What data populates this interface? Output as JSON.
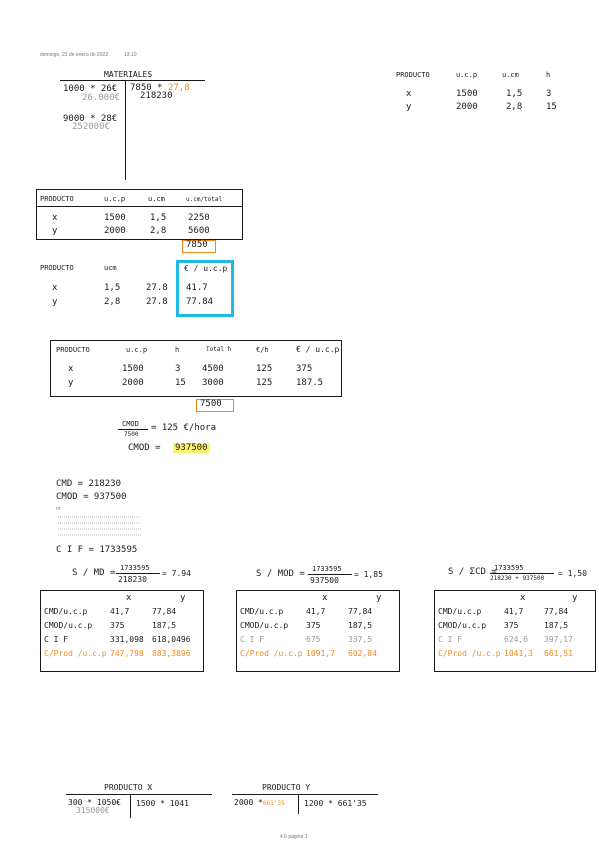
{
  "header_date": "domingo, 23 de enero de 2022",
  "header_time": "13:10",
  "materiales": {
    "title": "MATERIALES",
    "l1": "1000 * 26€",
    "l1b": "26.000€",
    "r1": "7850 *",
    "r1o": "27,8",
    "r1b": "218230",
    "l2": "9000 * 28€",
    "l2b": "252000€"
  },
  "top_right_table": {
    "headers": [
      "PRODUCTO",
      "u.c.p",
      "u.cm",
      "h"
    ],
    "rows": [
      [
        "x",
        "1500",
        "1,5",
        "3"
      ],
      [
        "y",
        "2000",
        "2,8",
        "15"
      ]
    ]
  },
  "table1": {
    "headers": [
      "PRODUCTO",
      "u.c.p",
      "u.cm",
      "u.cm/total"
    ],
    "rows": [
      [
        "x",
        "1500",
        "1,5",
        "2250"
      ],
      [
        "y",
        "2000",
        "2,8",
        "5600"
      ]
    ],
    "total": "7850"
  },
  "table2": {
    "headers": [
      "PRODUCTO",
      "ucm",
      "",
      "€ / u.c.p"
    ],
    "rows": [
      [
        "x",
        "1,5",
        "27.8",
        "41.7"
      ],
      [
        "y",
        "2,8",
        "27.8",
        "77.84"
      ]
    ]
  },
  "table3": {
    "headers": [
      "PRODUCTO",
      "u.c.p",
      "h",
      "Total h",
      "€/h",
      "€ / u.c.p"
    ],
    "rows": [
      [
        "x",
        "1500",
        "3",
        "4500",
        "125",
        "375"
      ],
      [
        "y",
        "2000",
        "15",
        "3000",
        "125",
        "187.5"
      ]
    ],
    "total": "7500"
  },
  "cmod_eq": {
    "num": "CMOD",
    "den": "7500",
    "rhs": "= 125 €/hora",
    "result_label": "CMOD =",
    "result_value": "937500"
  },
  "summary": {
    "cmd": "CMD  =    218230",
    "cmod": "CMOD =    937500",
    "or": "or",
    "cif": "C I F =  1733595"
  },
  "alloc": [
    {
      "label": "S / MD =",
      "num": "1733595",
      "den": "218230",
      "result": "= 7.94",
      "head": [
        "x",
        "y"
      ],
      "rows": [
        {
          "l": "CMD/u.c.p",
          "x": "41,7",
          "y": "77,84",
          "cls": ""
        },
        {
          "l": "CMOD/u.c.p",
          "x": "375",
          "y": "187,5",
          "cls": ""
        },
        {
          "l": "C I F",
          "x": "331,098",
          "y": "618,0496",
          "cls": ""
        },
        {
          "l": "C/Prod /u.c.p",
          "x": "747,798",
          "y": "883,3896",
          "cls": "orange"
        }
      ]
    },
    {
      "label": "S / MOD =",
      "num": "1733595",
      "den": "937500",
      "result": "= 1,85",
      "head": [
        "x",
        "y"
      ],
      "rows": [
        {
          "l": "CMD/u.c.p",
          "x": "41,7",
          "y": "77,84",
          "cls": ""
        },
        {
          "l": "CMOD/u.c.p",
          "x": "375",
          "y": "187,5",
          "cls": ""
        },
        {
          "l": "C I F",
          "x": "675",
          "y": "337,5",
          "cls": "grey"
        },
        {
          "l": "C/Prod /u.c.p",
          "x": "1091,7",
          "y": "602,84",
          "cls": "orange"
        }
      ]
    },
    {
      "label": "S / ΣCD =",
      "num": "1733595",
      "den": "218230 + 937500",
      "result": "= 1,50",
      "head": [
        "x",
        "y"
      ],
      "rows": [
        {
          "l": "CMD/u.c.p",
          "x": "41,7",
          "y": "77,84",
          "cls": ""
        },
        {
          "l": "CMOD/u.c.p",
          "x": "375",
          "y": "187,5",
          "cls": ""
        },
        {
          "l": "C I F",
          "x": "624,6",
          "y": "397,17",
          "cls": "grey"
        },
        {
          "l": "C/Prod /u.c.p",
          "x": "1041,3",
          "y": "661,51",
          "cls": "orange"
        }
      ]
    }
  ],
  "producto_x": {
    "title": "PRODUCTO  X",
    "l1": "300 * 1050€",
    "l1b": "315000€",
    "r1": "1500 * 1041"
  },
  "producto_y": {
    "title": "PRODUCTO  Y",
    "l1": "2000 *",
    "l1o": "661'35",
    "r1": "1200 * 661'35"
  },
  "footer": "4.6 página 1"
}
